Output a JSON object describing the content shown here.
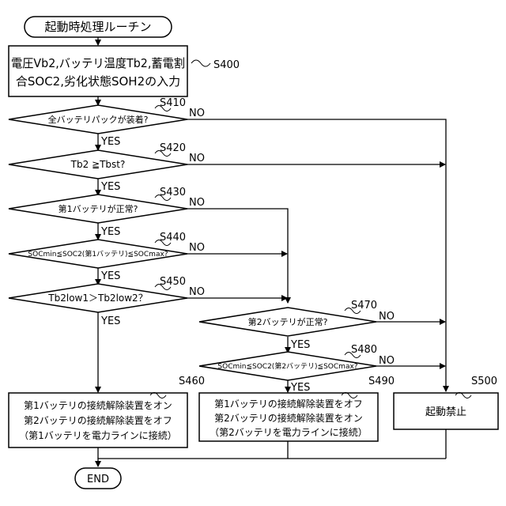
{
  "start": "起動時処理ルーチン",
  "input_line1": "電圧Vb2,バッテリ温度Tb2,蓄電割",
  "input_line2": "合SOC2,劣化状態SOH2の入力",
  "step_input": "S400",
  "decisions": {
    "s410": {
      "step": "S410",
      "text": "全バッテリパックが装着?",
      "yes": "YES",
      "no": "NO"
    },
    "s420": {
      "step": "S420",
      "text": "Tb2 ≧Tbst?",
      "yes": "YES",
      "no": "NO"
    },
    "s430": {
      "step": "S430",
      "text": "第1バッテリが正常?",
      "yes": "YES",
      "no": "NO"
    },
    "s440": {
      "step": "S440",
      "text": "SOCmin≦SOC2(第1バッテリ)≦SOCmax?",
      "yes": "YES",
      "no": "NO"
    },
    "s450": {
      "step": "S450",
      "text": "Tb2low1＞Tb2low2？",
      "yes": "YES",
      "no": "NO"
    },
    "s470": {
      "step": "S470",
      "text": "第2バッテリが正常?",
      "yes": "YES",
      "no": "NO"
    },
    "s480": {
      "step": "S480",
      "text": "SOCmin≦SOC2(第2バッテリ)≦SOCmax?",
      "yes": "YES",
      "no": "NO"
    }
  },
  "s460": {
    "step": "S460",
    "line1": "第1バッテリの接続解除装置をオン",
    "line2": "第2バッテリの接続解除装置をオフ",
    "line3": "（第1バッテリを電力ラインに接続）"
  },
  "s490": {
    "step": "S490",
    "line1": "第1バッテリの接続解除装置をオフ",
    "line2": "第2バッテリの接続解除装置をオン",
    "line3": "（第2バッテリを電力ラインに接続）"
  },
  "s500": {
    "step": "S500",
    "text": "起動禁止"
  },
  "end": "END"
}
